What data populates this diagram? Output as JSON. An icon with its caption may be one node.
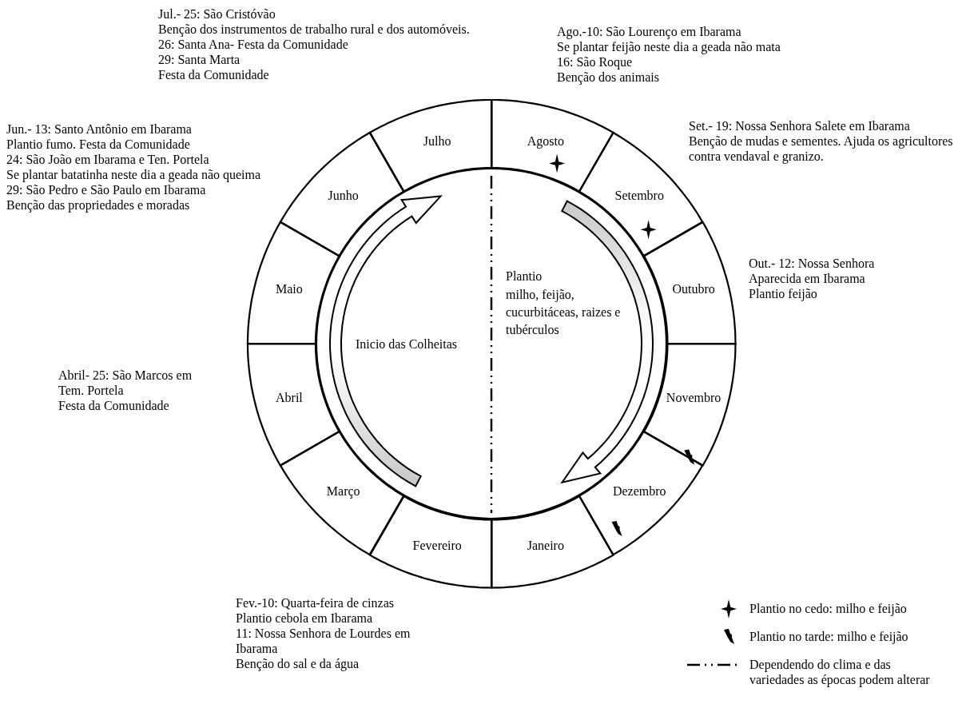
{
  "diagram": {
    "nodes": [
      {
        "text": [
          "Inicio das Colheitas",
          "Plantio",
          "milho, feijão, cucurbitáceas, raizes e tubérculos"
        ]
      },
      {
        "text": [
          "Julho"
        ],
        "beside": [
          "Jul.- 25: São Cristóvão",
          "Benção dos instrumentos de trabalho rural e dos automóveis.",
          "26: Santa Ana- Festa da Comunidade",
          "29: Santa Marta",
          "Festa da Comunidade"
        ]
      },
      {
        "text": [
          "Agosto"
        ],
        "beside": [
          "Ago.-10: São Lourenço em Ibarama",
          "Se plantar feijão neste dia a geada não mata",
          "16: São Roque",
          "Benção dos animais"
        ]
      },
      {
        "text": [
          "Setembro"
        ],
        "beside": [
          "Set.- 19: Nossa Senhora Salete em Ibarama",
          "Benção de mudas e sementes. Ajuda os agricultores contra vendaval e granizo."
        ]
      },
      {
        "text": [
          "Outubro"
        ],
        "beside": [
          "Out.- 12: Nossa Senhora Aparecida em Ibarama",
          "Plantio feijão"
        ]
      },
      {
        "text": [
          "Novembro"
        ]
      },
      {
        "text": [
          "Dezembro"
        ]
      },
      {
        "text": [
          "Janeiro"
        ]
      },
      {
        "text": [
          "Fevereiro"
        ],
        "beside": [
          "Fev.-10: Quarta-feira de cinzas",
          "Plantio cebola em Ibarama",
          "11: Nossa Senhora de Lourdes em Ibarama",
          "Benção do sal e da água"
        ]
      },
      {
        "text": [
          "Março"
        ]
      },
      {
        "text": [
          "Abril"
        ],
        "beside": [
          "Abril- 25: São Marcos em Tem. Portela",
          "Festa da Comunidade"
        ]
      },
      {
        "text": [
          "Maio"
        ]
      },
      {
        "text": [
          "Junho"
        ],
        "beside": [
          "Jun.- 13: Santo Antônio em Ibarama",
          "Plantio fumo. Festa da Comunidade",
          "24: São João em Ibarama e Ten. Portela",
          "Se plantar batatinha neste dia a geada não queima",
          "29: São Pedro e São Paulo em Ibarama",
          "Benção das propriedades e moradas"
        ]
      }
    ],
    "legend": [
      {
        "text": "Plantio no cedo: milho e feijão"
      },
      {
        "text": "Plantio no tarde: milho e feijão"
      },
      {
        "text": "Dependendo do clima e das variedades as épocas podem alterar"
      }
    ]
  }
}
